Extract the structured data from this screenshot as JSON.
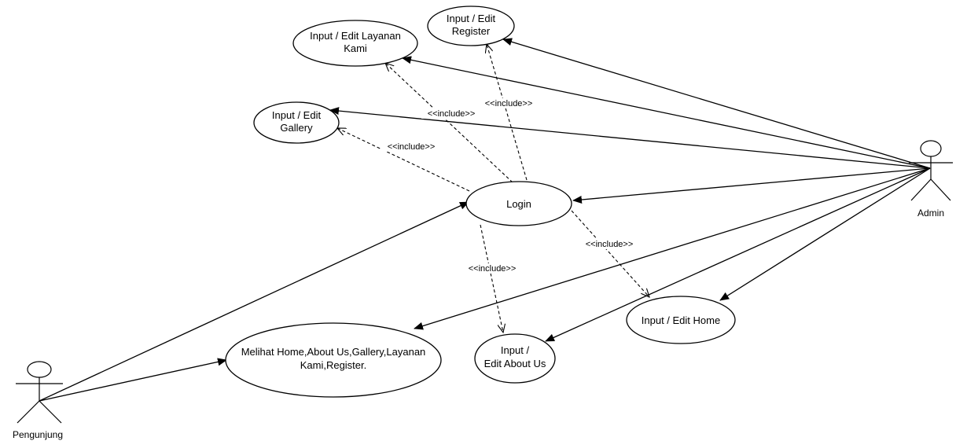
{
  "actors": {
    "visitor": {
      "name": "Pengunjung"
    },
    "admin": {
      "name": "Admin"
    }
  },
  "use_cases": {
    "layanan": {
      "lines": [
        "Input / Edit Layanan",
        "Kami"
      ]
    },
    "register": {
      "lines": [
        "Input / Edit",
        "Register"
      ]
    },
    "gallery": {
      "lines": [
        "Input / Edit",
        "Gallery"
      ]
    },
    "login": {
      "lines": [
        "Login"
      ]
    },
    "melihat": {
      "lines": [
        "Melihat Home,About Us,Gallery,Layanan",
        "Kami,Register."
      ]
    },
    "about": {
      "lines": [
        "Input /",
        "Edit About Us"
      ]
    },
    "home": {
      "lines": [
        "Input / Edit Home"
      ]
    }
  },
  "relations": {
    "include_label": "<<include>>"
  }
}
